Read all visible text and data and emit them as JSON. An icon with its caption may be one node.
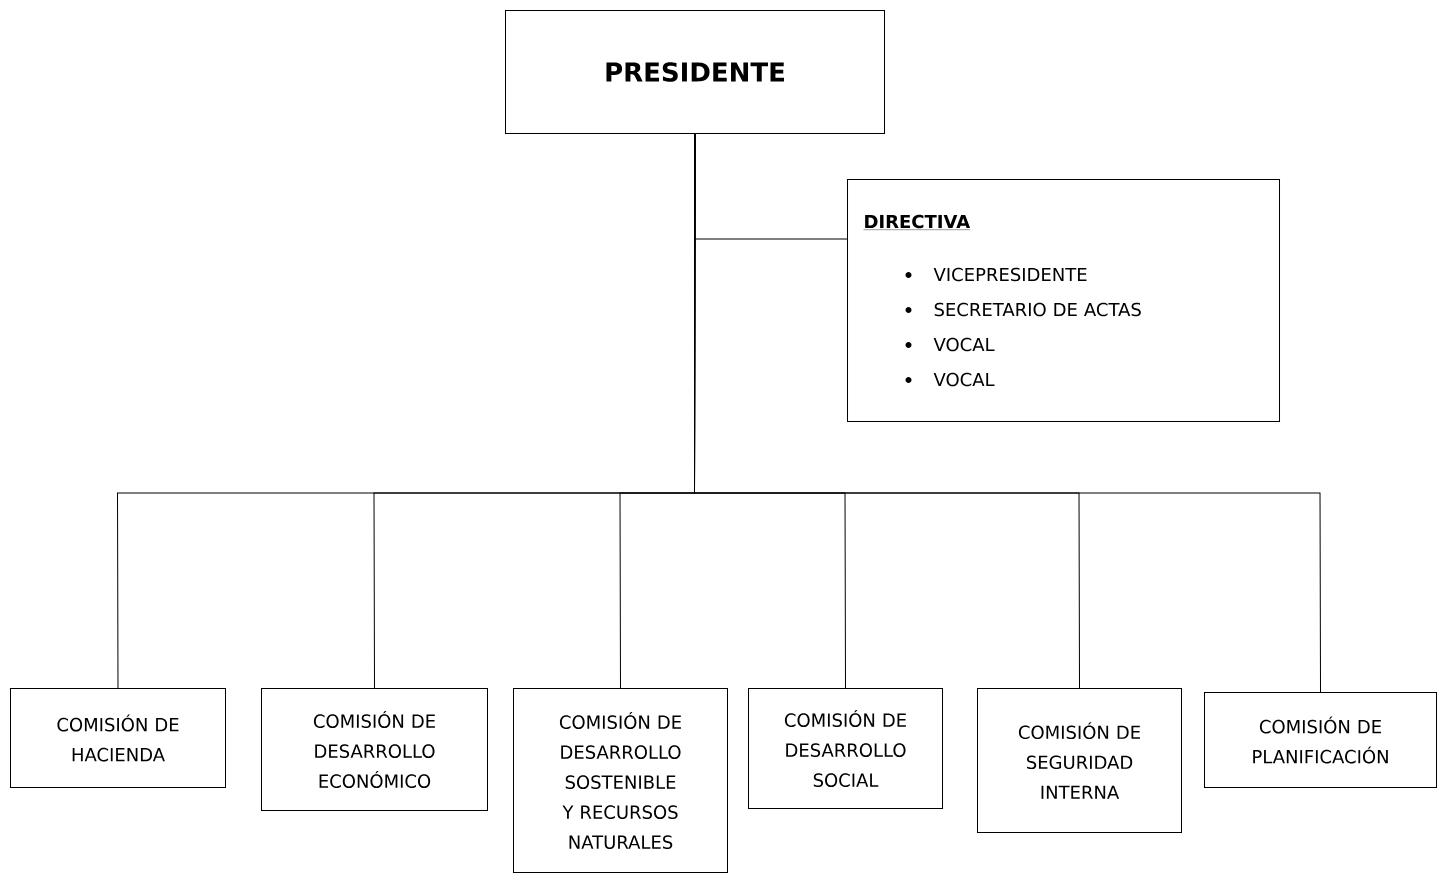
{
  "diagram": {
    "nodes": [
      {
        "text": [
          "PRESIDENTE"
        ]
      },
      {
        "text": [
          "DIRECTIVA",
          "VICEPRESIDENTE",
          "SECRETARIO DE ACTAS",
          "VOCAL",
          "VOCAL"
        ]
      },
      {
        "text": [
          "COMISIÓN DE HACIENDA"
        ]
      },
      {
        "text": [
          "COMISIÓN DE DESARROLLO ECONÓMICO"
        ]
      },
      {
        "text": [
          "COMISIÓN DE DESARROLLO SOSTENIBLE Y RECURSOS NATURALES"
        ]
      },
      {
        "text": [
          "COMISIÓN DE DESARROLLO SOCIAL"
        ]
      },
      {
        "text": [
          "COMISIÓN DE SEGURIDAD INTERNA"
        ]
      },
      {
        "text": [
          "COMISIÓN DE PLANIFICACIÓN"
        ]
      }
    ],
    "edges": [
      {
        "from": 0,
        "to": 1,
        "arrow": "none"
      },
      {
        "from": 0,
        "to": 2,
        "arrow": "none"
      },
      {
        "from": 0,
        "to": 3,
        "arrow": "none"
      },
      {
        "from": 0,
        "to": 4,
        "arrow": "none"
      },
      {
        "from": 0,
        "to": 5,
        "arrow": "none"
      },
      {
        "from": 0,
        "to": 6,
        "arrow": "none"
      },
      {
        "from": 0,
        "to": 7,
        "arrow": "none"
      }
    ]
  }
}
